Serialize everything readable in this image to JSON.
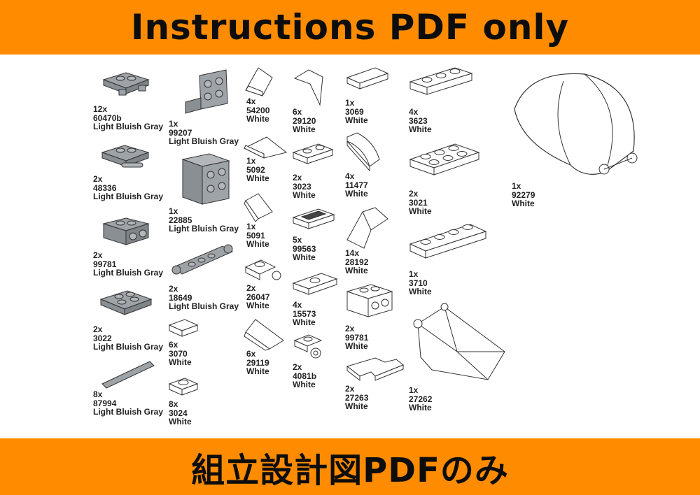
{
  "colors": {
    "banner": "#ff8c00",
    "banner_text": "#0d0d0d",
    "background": "#ffffff",
    "part_gray": "#9ea3a8",
    "part_white": "#ffffff",
    "outline": "#333333"
  },
  "header": {
    "title": "Instructions PDF only"
  },
  "footer": {
    "title": "組立設計図PDFのみ"
  },
  "parts": [
    {
      "qty": "12x",
      "id": "60470b",
      "color": "Light Bluish Gray",
      "icon": "plate-clips-icon"
    },
    {
      "qty": "1x",
      "id": "99207",
      "color": "Light Bluish Gray",
      "icon": "bracket-icon"
    },
    {
      "qty": "4x",
      "id": "54200",
      "color": "White",
      "icon": "slope-icon"
    },
    {
      "qty": "6x",
      "id": "29120",
      "color": "White",
      "icon": "wedge-icon"
    },
    {
      "qty": "1x",
      "id": "3069",
      "color": "White",
      "icon": "tile-icon"
    },
    {
      "qty": "4x",
      "id": "3623",
      "color": "White",
      "icon": "plate-1x3-icon"
    },
    {
      "qty": "2x",
      "id": "48336",
      "color": "Light Bluish Gray",
      "icon": "plate-handle-icon"
    },
    {
      "qty": "1x",
      "id": "5092",
      "color": "White",
      "icon": "wedge-icon"
    },
    {
      "qty": "1x",
      "id": "22885",
      "color": "Light Bluish Gray",
      "icon": "brick-studs-icon"
    },
    {
      "qty": "2x",
      "id": "3023",
      "color": "White",
      "icon": "plate-1x2-icon"
    },
    {
      "qty": "4x",
      "id": "11477",
      "color": "White",
      "icon": "curved-slope-icon"
    },
    {
      "qty": "2x",
      "id": "3021",
      "color": "White",
      "icon": "plate-2x3-icon"
    },
    {
      "qty": "1x",
      "id": "92279",
      "color": "White",
      "icon": "canopy-icon"
    },
    {
      "qty": "1x",
      "id": "5091",
      "color": "White",
      "icon": "slope-icon"
    },
    {
      "qty": "5x",
      "id": "99563",
      "color": "White",
      "icon": "ingot-icon"
    },
    {
      "qty": "2x",
      "id": "99781",
      "color": "Light Bluish Gray",
      "icon": "bracket-icon"
    },
    {
      "qty": "14x",
      "id": "28192",
      "color": "White",
      "icon": "slope-icon"
    },
    {
      "qty": "1x",
      "id": "3710",
      "color": "White",
      "icon": "plate-1x4-icon"
    },
    {
      "qty": "2x",
      "id": "18649",
      "color": "Light Bluish Gray",
      "icon": "plate-clips-icon"
    },
    {
      "qty": "2x",
      "id": "26047",
      "color": "White",
      "icon": "plate-clip-icon"
    },
    {
      "qty": "4x",
      "id": "15573",
      "color": "White",
      "icon": "jumper-plate-icon"
    },
    {
      "qty": "2x",
      "id": "3022",
      "color": "Light Bluish Gray",
      "icon": "plate-2x2-icon"
    },
    {
      "qty": "6x",
      "id": "3070",
      "color": "White",
      "icon": "tile-icon"
    },
    {
      "qty": "6x",
      "id": "29119",
      "color": "White",
      "icon": "wedge-icon"
    },
    {
      "qty": "2x",
      "id": "99781",
      "color": "White",
      "icon": "bracket-icon"
    },
    {
      "qty": "2x",
      "id": "4081b",
      "color": "White",
      "icon": "plate-clip-icon"
    },
    {
      "qty": "1x",
      "id": "27262",
      "color": "White",
      "icon": "wedge-large-icon"
    },
    {
      "qty": "8x",
      "id": "87994",
      "color": "Light Bluish Gray",
      "icon": "bar-icon"
    },
    {
      "qty": "8x",
      "id": "3024",
      "color": "White",
      "icon": "plate-1x1-icon"
    },
    {
      "qty": "2x",
      "id": "27263",
      "color": "White",
      "icon": "tile-corner-icon"
    }
  ]
}
